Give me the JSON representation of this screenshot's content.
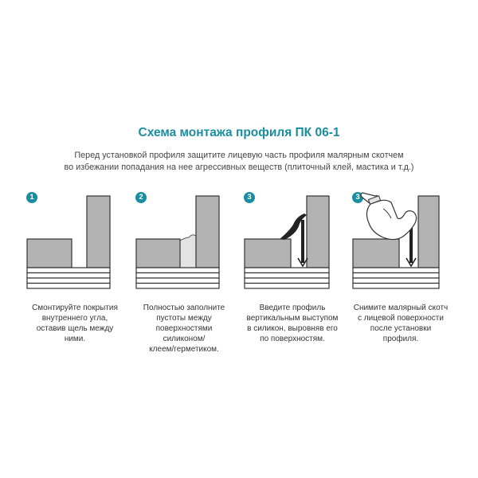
{
  "title": "Схема монтажа профиля ПК 06-1",
  "subtitle": {
    "line1": "Перед установкой профиля защитите лицевую часть профиля малярным скотчем",
    "line2": "во избежании попадания на нее агрессивных веществ (плиточный клей, мастика и т.д.)"
  },
  "colors": {
    "accent": "#1a8ea1",
    "block_fill": "#b3b3b3",
    "block_stroke": "#333333",
    "profile": "#222222",
    "sealant": "#e3e3e3"
  },
  "steps": [
    {
      "badge": "1",
      "caption_lines": [
        "Смонтируйте покрытия",
        "внутреннего угла,",
        "оставив щель между",
        "ними."
      ]
    },
    {
      "badge": "2",
      "caption_lines": [
        "Полностью заполните",
        "пустоты между",
        "поверхностями",
        "силиконом/",
        "клеем/герметиком."
      ]
    },
    {
      "badge": "3",
      "caption_lines": [
        "Введите профиль",
        "вертикальным выступом",
        "в силикон, выровняв его",
        "по поверхностям."
      ]
    },
    {
      "badge": "3",
      "caption_lines": [
        "Снимите малярный скотч",
        "с лицевой поверхности",
        "после установки",
        "профиля."
      ]
    }
  ]
}
